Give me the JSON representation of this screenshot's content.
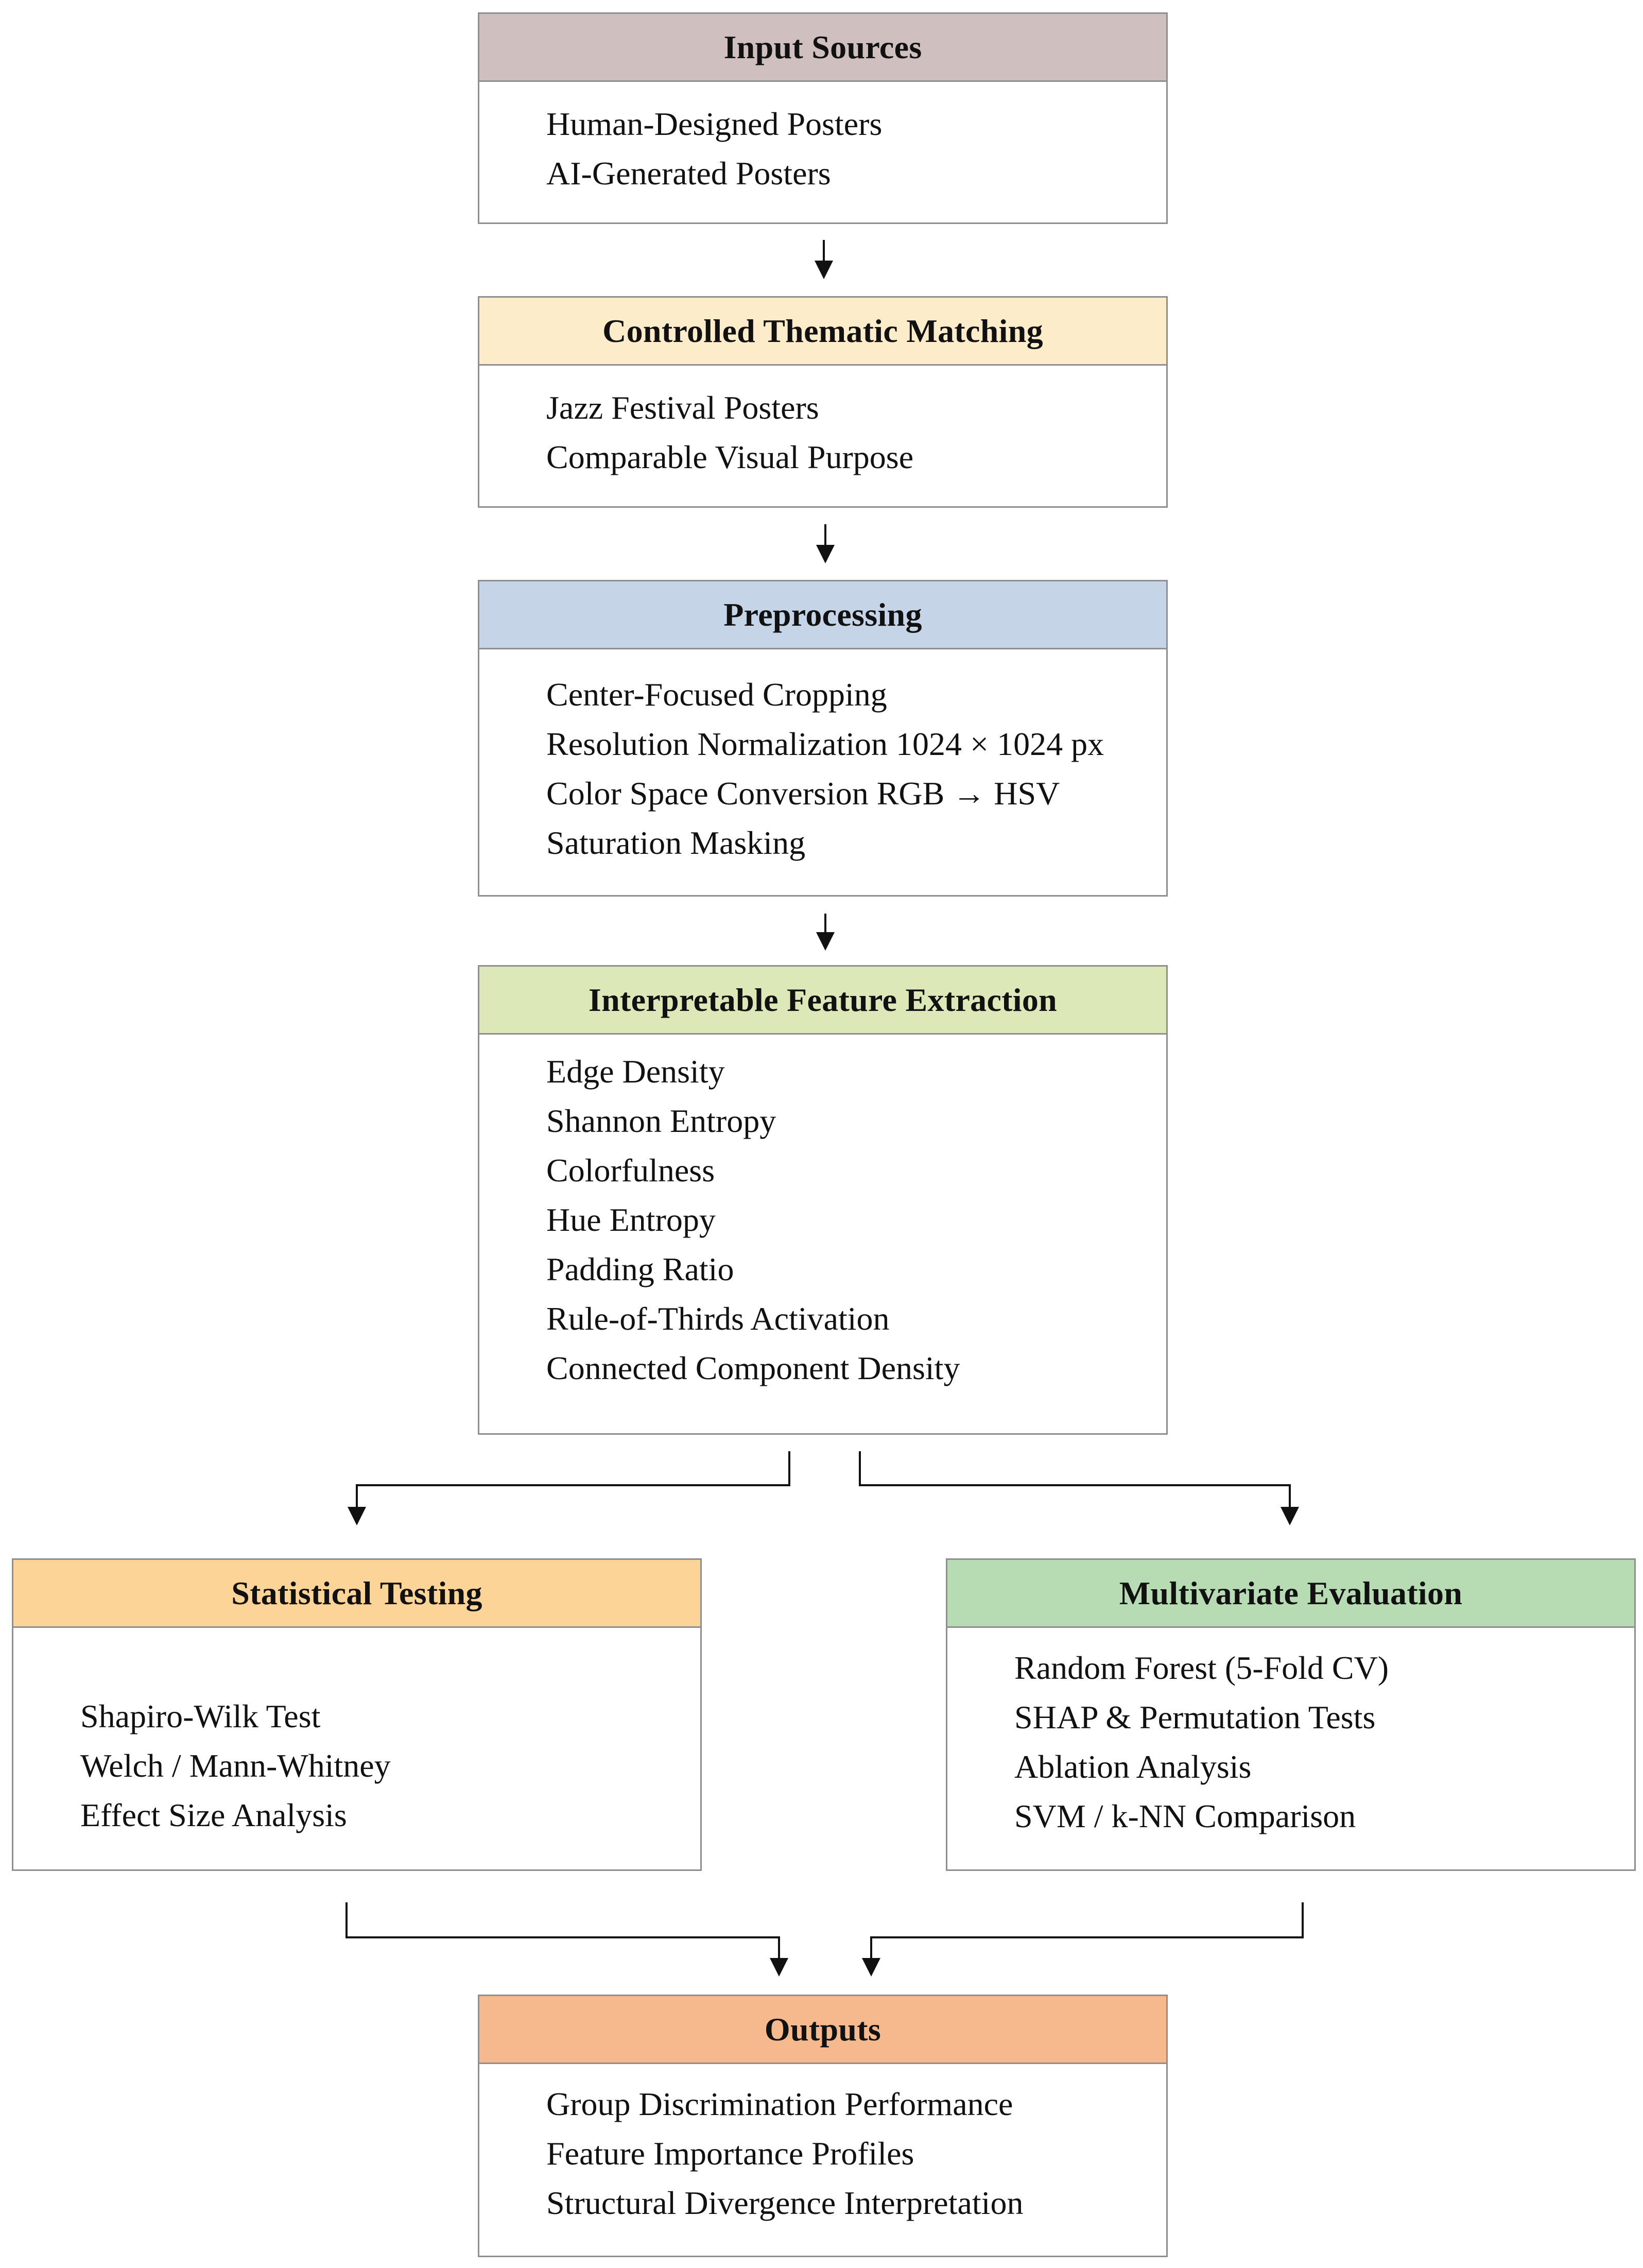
{
  "colors": {
    "input_sources_header": "#cfc0bf",
    "thematic_header": "#fdecc9",
    "preprocessing_header": "#c6d4e8",
    "features_header": "#dce8b8",
    "statistical_header": "#fdd497",
    "multivariate_header": "#b7dbb2",
    "outputs_header": "#f5b98d",
    "border": "#8f8f8f",
    "arrow": "#111111"
  },
  "input_sources": {
    "title": "Input Sources",
    "items": [
      "Human-Designed Posters",
      "AI-Generated Posters"
    ]
  },
  "thematic_matching": {
    "title": "Controlled Thematic Matching",
    "items": [
      "Jazz Festival Posters",
      "Comparable Visual Purpose"
    ]
  },
  "preprocessing": {
    "title": "Preprocessing",
    "items": [
      "Center-Focused Cropping",
      "Resolution Normalization 1024 × 1024 px",
      "Color Space Conversion RGB → HSV",
      "Saturation Masking"
    ]
  },
  "feature_extraction": {
    "title": "Interpretable Feature Extraction",
    "items": [
      "Edge Density",
      "Shannon Entropy",
      "Colorfulness",
      "Hue Entropy",
      "Padding Ratio",
      "Rule-of-Thirds Activation",
      "Connected Component Density"
    ]
  },
  "statistical_testing": {
    "title": "Statistical Testing",
    "items": [
      "Shapiro-Wilk Test",
      "Welch / Mann-Whitney",
      "Effect Size Analysis"
    ]
  },
  "multivariate_evaluation": {
    "title": "Multivariate Evaluation",
    "items": [
      "Random Forest (5-Fold CV)",
      "SHAP & Permutation Tests",
      "Ablation Analysis",
      "SVM / k-NN Comparison"
    ]
  },
  "outputs": {
    "title": "Outputs",
    "items": [
      "Group Discrimination Performance",
      "Feature Importance Profiles",
      "Structural Divergence Interpretation"
    ]
  }
}
